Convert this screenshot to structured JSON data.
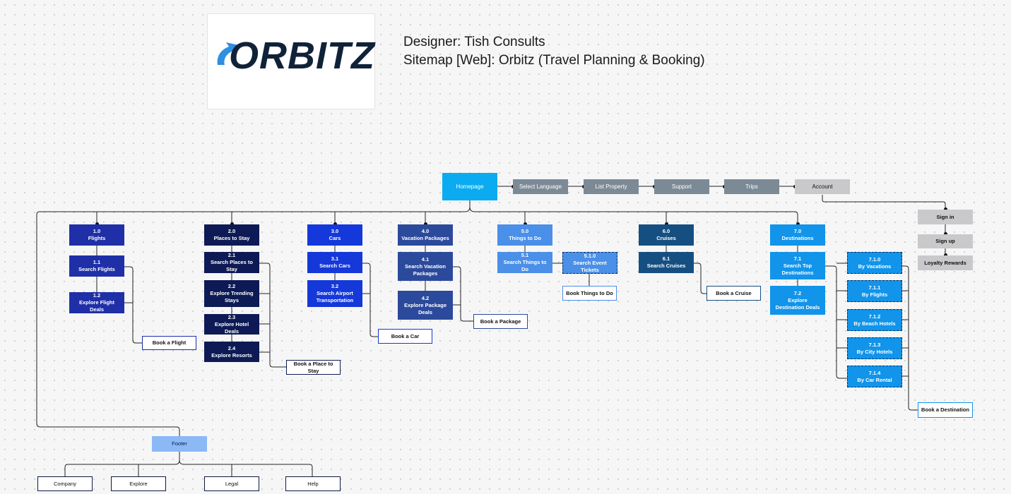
{
  "logo": {
    "text": "ORBITZ",
    "mark": "®"
  },
  "header": {
    "designer": "Designer: Tish Consults",
    "title": "Sitemap [Web]: Orbitz (Travel Planning & Booking)"
  },
  "top_nav": {
    "homepage": "Homepage",
    "select_language": "Select Language",
    "list_property": "List Property",
    "support": "Support",
    "trips": "Trips",
    "account": "Account"
  },
  "account_menu": {
    "sign_in": "Sign in",
    "sign_up": "Sign up",
    "loyalty": "Loyalty Rewards"
  },
  "sections": {
    "flights": {
      "num": "1.0",
      "label": "Flights"
    },
    "search_flights": {
      "num": "1.1",
      "label": "Search Flights"
    },
    "flight_deals": {
      "num": "1.2",
      "label": "Explore Flight Deals"
    },
    "book_flight": "Book a Flight",
    "stays": {
      "num": "2.0",
      "label": "Places to Stay"
    },
    "search_places": {
      "num": "2.1",
      "label": "Search Places to Stay"
    },
    "trending_stays": {
      "num": "2.2",
      "label": "Explore Trending Stays"
    },
    "hotel_deals": {
      "num": "2.3",
      "label": "Explore Hotel Deals"
    },
    "resorts": {
      "num": "2.4",
      "label": "Explore Resorts"
    },
    "book_place": "Book a Place to Stay",
    "cars": {
      "num": "3.0",
      "label": "Cars"
    },
    "search_cars": {
      "num": "3.1",
      "label": "Search Cars"
    },
    "airport_transport": {
      "num": "3.2",
      "label": "Search Airport Transportation"
    },
    "book_car": "Book a Car",
    "packages": {
      "num": "4.0",
      "label": "Vacation Packages"
    },
    "search_packages": {
      "num": "4.1",
      "label": "Search Vacation Packages"
    },
    "package_deals": {
      "num": "4.2",
      "label": "Explore Package Deals"
    },
    "book_package": "Book a Package",
    "things": {
      "num": "5.0",
      "label": "Things to Do"
    },
    "search_things": {
      "num": "5.1",
      "label": "Search Things to Do"
    },
    "event_tickets": {
      "num": "5.1.0",
      "label": "Search Event Tickets"
    },
    "book_things": "Book Things to Do",
    "cruises": {
      "num": "6.0",
      "label": "Cruises"
    },
    "search_cruises": {
      "num": "6.1",
      "label": "Search Cruises"
    },
    "book_cruise": "Book a Cruise",
    "destinations": {
      "num": "7.0",
      "label": "Destinations"
    },
    "search_destinations": {
      "num": "7.1",
      "label": "Search Top Destinations"
    },
    "destination_deals": {
      "num": "7.2",
      "label": "Explore Destination Deals"
    },
    "by_vacations": {
      "num": "7.1.0",
      "label": "By Vacations"
    },
    "by_flights": {
      "num": "7.1.1",
      "label": "By Flights"
    },
    "by_beach": {
      "num": "7.1.2",
      "label": "By Beach Hotels"
    },
    "by_city": {
      "num": "7.1.3",
      "label": "By City Hotels"
    },
    "by_car": {
      "num": "7.1.4",
      "label": "By Car Rental"
    },
    "book_destination": "Book a Destination"
  },
  "footer": {
    "label": "Footer",
    "company": "Company",
    "explore": "Explore",
    "legal": "Legal",
    "help": "Help"
  },
  "colors": {
    "cyan": "#0aabf0",
    "gray_nav": "#7c8a96",
    "light_gray": "#c9c9cc",
    "flights": "#1f2fa8",
    "stays": "#0d1a55",
    "cars": "#1438d9",
    "packages": "#2b4a9c",
    "things": "#4a8fe8",
    "cruises": "#154f82",
    "destinations": "#1194ea",
    "footer": "#8ab9f6"
  }
}
